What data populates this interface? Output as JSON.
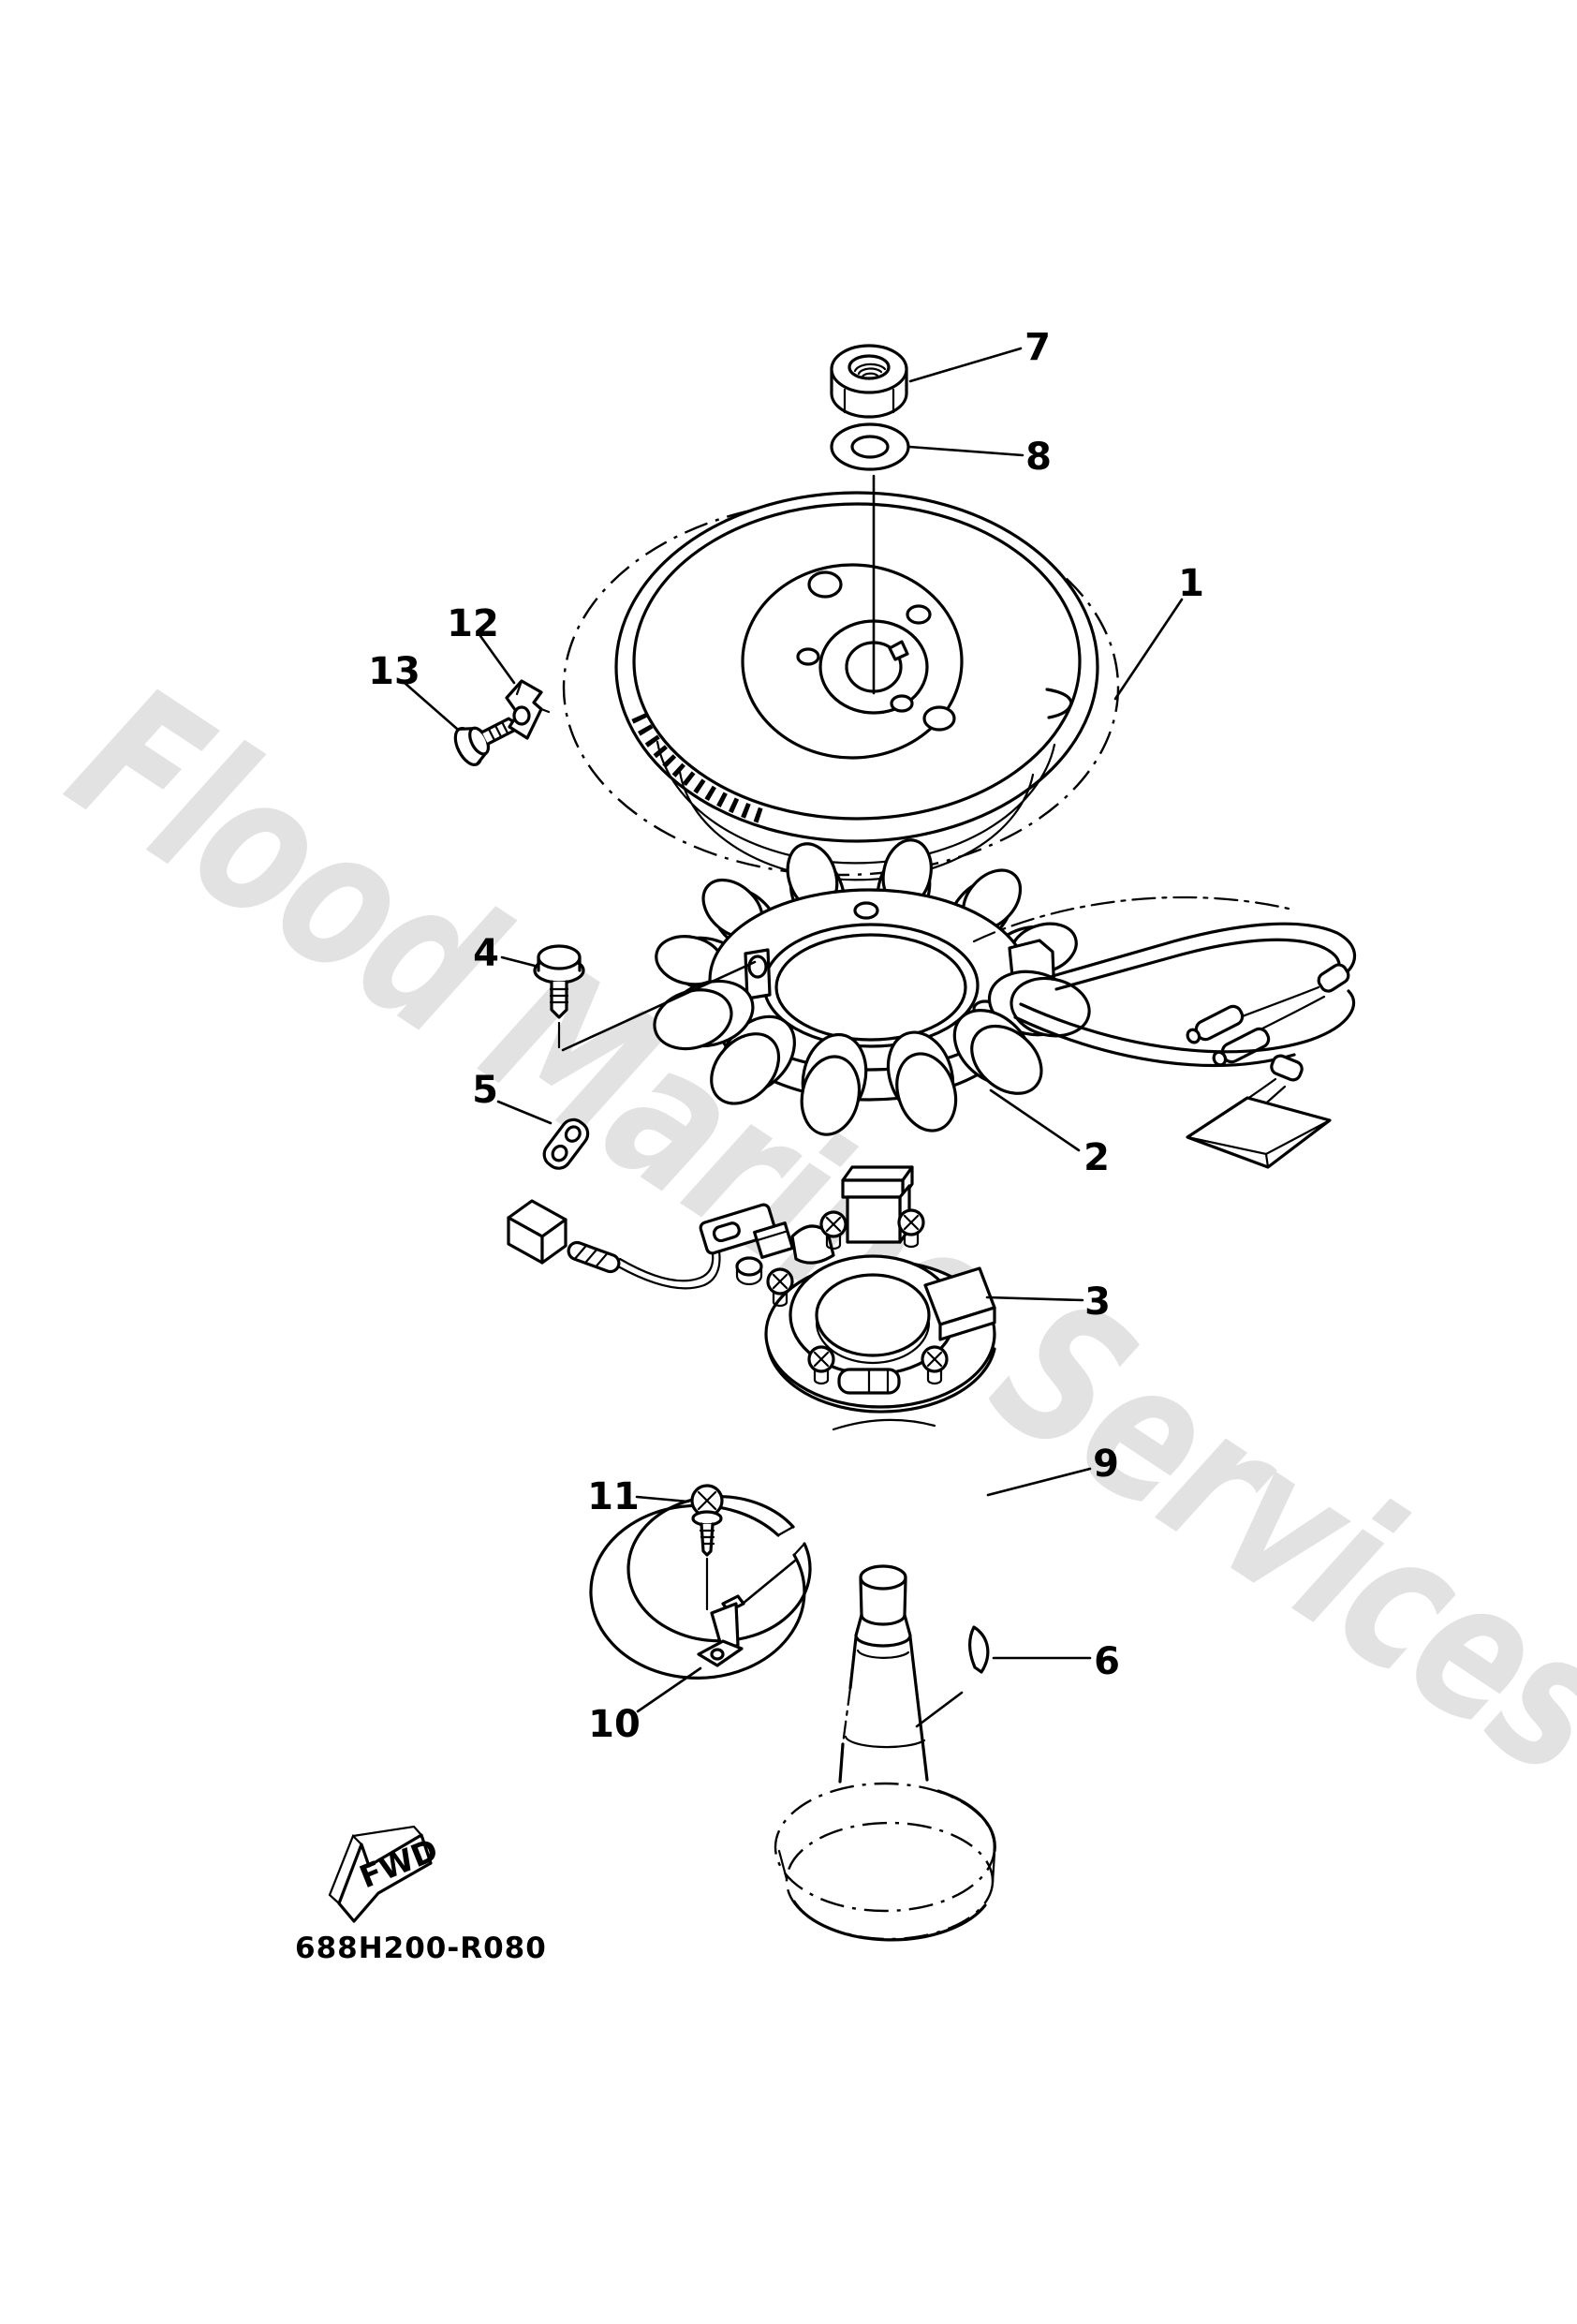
{
  "watermark": {
    "text": "Flood Marine Services",
    "color": "#e2e2e2"
  },
  "diagram": {
    "part_code": "688H200-R080",
    "fwd_label": "FWD",
    "line_color": "#000000",
    "background_color": "#ffffff",
    "callouts": {
      "c1": "1",
      "c2": "2",
      "c3": "3",
      "c4": "4",
      "c5": "5",
      "c6": "6",
      "c7": "7",
      "c8": "8",
      "c9": "9",
      "c10": "10",
      "c11": "11",
      "c12": "12",
      "c13": "13"
    }
  }
}
